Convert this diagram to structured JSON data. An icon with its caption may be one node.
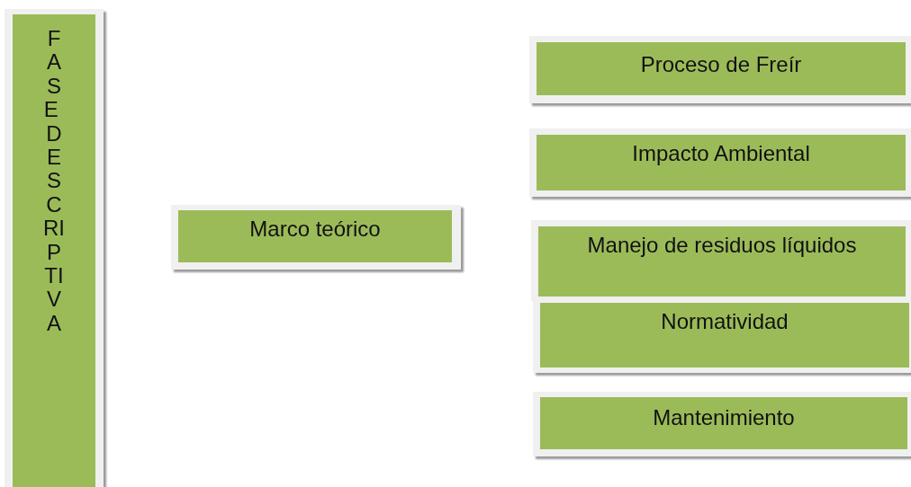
{
  "diagram": {
    "nodes": [
      {
        "text": [
          "FASE DESCRIPTIVA"
        ]
      },
      {
        "text": [
          "Marco teórico"
        ]
      },
      {
        "text": [
          "Proceso de Freír"
        ]
      },
      {
        "text": [
          "Impacto Ambiental"
        ]
      },
      {
        "text": [
          "Manejo de residuos líquidos"
        ]
      },
      {
        "text": [
          "Normatividad"
        ]
      },
      {
        "text": [
          "Mantenimiento"
        ]
      }
    ]
  }
}
